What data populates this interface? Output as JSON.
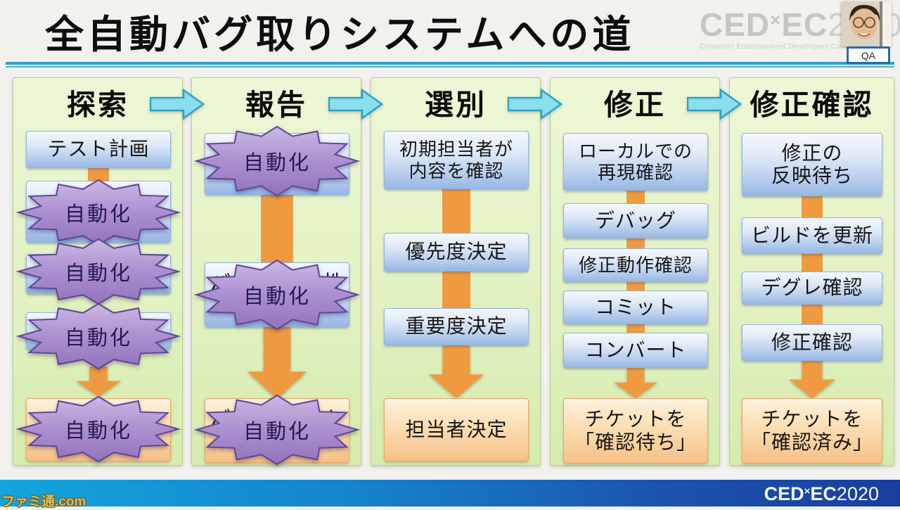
{
  "title": "全自動バグ取りシステムへの道",
  "automation_label": "自動化",
  "cedec_logo": {
    "part1": "CED",
    "x_mark": "×",
    "part2": "EC",
    "year": "2020",
    "tagline": "Computer Entertainment Developers Conference"
  },
  "qa_badge": "QA",
  "footer": {
    "logo_part1": "CED",
    "logo_x": "×",
    "logo_part2": "EC",
    "logo_year": "2020",
    "watermark": "ファミ通.com"
  },
  "colors": {
    "box_blue": "#a9c4ea",
    "box_orange": "#f6c087",
    "burst_purple": "#9c7ec6",
    "arrow_orange": "#ef9a40",
    "flow_cyan": "#8bdeed",
    "panel_green": "#e2f1c2",
    "footer_left": "#13a5dd",
    "footer_right": "#193f9e"
  },
  "columns": [
    {
      "header": "探索",
      "steps": [
        {
          "kind": "box",
          "style": "blue",
          "label": "テスト計画"
        },
        {
          "kind": "box",
          "style": "blue",
          "label": "",
          "covered": true
        },
        {
          "kind": "box",
          "style": "blue",
          "label": "",
          "covered": true
        },
        {
          "kind": "box",
          "style": "blue",
          "label": "",
          "covered": true
        },
        {
          "kind": "box",
          "style": "orange",
          "label": "",
          "covered": true
        }
      ]
    },
    {
      "header": "報告",
      "steps": [
        {
          "kind": "box",
          "style": "blue",
          "label": "",
          "covered": true
        },
        {
          "kind": "box",
          "style": "blue",
          "label": "",
          "covered": true,
          "fragments": {
            "left": "バ",
            "right": "性"
          }
        },
        {
          "kind": "box",
          "style": "orange",
          "label": "",
          "covered": true,
          "fragments": {
            "left": "バ",
            "right": "ト"
          }
        }
      ]
    },
    {
      "header": "選別",
      "steps": [
        {
          "kind": "box",
          "style": "blue",
          "label": "初期担当者が\n内容を確認"
        },
        {
          "kind": "box",
          "style": "blue",
          "label": "優先度決定"
        },
        {
          "kind": "box",
          "style": "blue",
          "label": "重要度決定"
        },
        {
          "kind": "box",
          "style": "orange",
          "label": "担当者決定"
        }
      ]
    },
    {
      "header": "修正",
      "steps": [
        {
          "kind": "box",
          "style": "blue",
          "label": "ローカルでの\n再現確認"
        },
        {
          "kind": "box",
          "style": "blue",
          "label": "デバッグ"
        },
        {
          "kind": "box",
          "style": "blue",
          "label": "修正動作確認"
        },
        {
          "kind": "box",
          "style": "blue",
          "label": "コミット"
        },
        {
          "kind": "box",
          "style": "blue",
          "label": "コンバート"
        },
        {
          "kind": "box",
          "style": "orange",
          "label": "チケットを\n「確認待ち」"
        }
      ]
    },
    {
      "header": "修正確認",
      "steps": [
        {
          "kind": "box",
          "style": "blue",
          "label": "修正の\n反映待ち"
        },
        {
          "kind": "box",
          "style": "blue",
          "label": "ビルドを更新"
        },
        {
          "kind": "box",
          "style": "blue",
          "label": "デグレ確認"
        },
        {
          "kind": "box",
          "style": "blue",
          "label": "修正確認"
        },
        {
          "kind": "box",
          "style": "orange",
          "label": "チケットを\n「確認済み」"
        }
      ]
    }
  ]
}
